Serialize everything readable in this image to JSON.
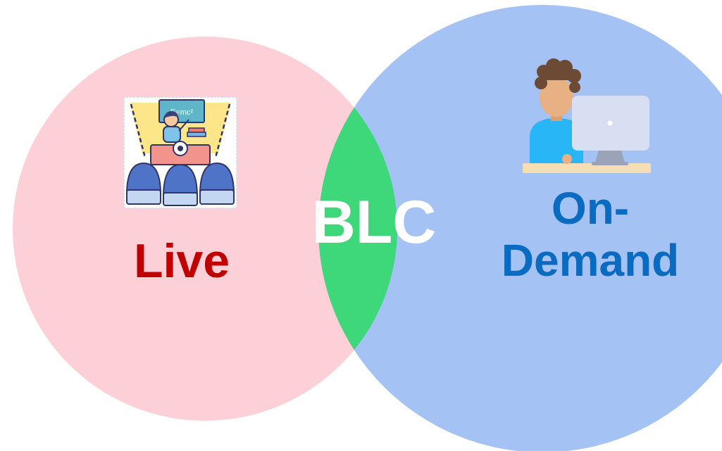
{
  "diagram": {
    "left_set": {
      "label": "Live",
      "icon": "live-classroom-icon",
      "icon_text": "E=mc²",
      "fill_color": "#fdd0d8",
      "label_color": "#c00000"
    },
    "right_set": {
      "label_line1": "On-",
      "label_line2": "Demand",
      "icon": "student-computer-icon",
      "fill_color": "#a4c2f4",
      "label_color": "#0a6bc0"
    },
    "intersection": {
      "label": "BLC",
      "fill_color": "#3ed87a",
      "label_color": "#ffffff"
    }
  }
}
